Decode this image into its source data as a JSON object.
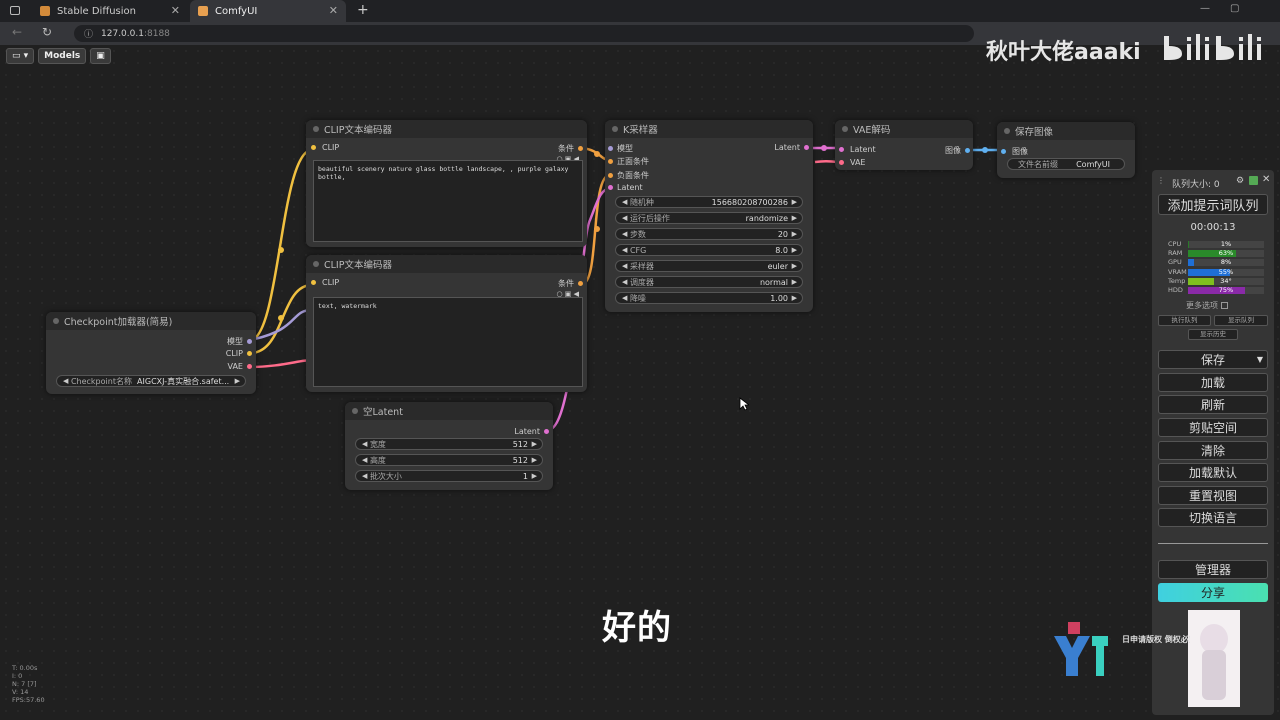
{
  "browser": {
    "tabs": [
      {
        "label": "Stable Diffusion"
      },
      {
        "label": "ComfyUI"
      }
    ],
    "url_host": "127.0.0.1",
    "url_port": ":8188"
  },
  "toolbar": {
    "models_label": "Models"
  },
  "watermark": "秋叶大佬aaaki",
  "subtitle": "好的",
  "nodes": {
    "clip1": {
      "title": "CLIP文本编码器",
      "in_clip": "CLIP",
      "out_cond": "条件",
      "text": "beautiful scenery nature glass bottle landscape, , purple galaxy bottle,"
    },
    "clip2": {
      "title": "CLIP文本编码器",
      "in_clip": "CLIP",
      "out_cond": "条件",
      "text": "text, watermark"
    },
    "ksampler": {
      "title": "K采样器",
      "inputs": [
        "模型",
        "正面条件",
        "负面条件",
        "Latent"
      ],
      "out_latent": "Latent",
      "widgets": [
        {
          "label": "随机种",
          "value": "156680208700286"
        },
        {
          "label": "运行后操作",
          "value": "randomize"
        },
        {
          "label": "步数",
          "value": "20"
        },
        {
          "label": "CFG",
          "value": "8.0"
        },
        {
          "label": "采样器",
          "value": "euler"
        },
        {
          "label": "调度器",
          "value": "normal"
        },
        {
          "label": "降噪",
          "value": "1.00"
        }
      ]
    },
    "vae": {
      "title": "VAE解码",
      "in_latent": "Latent",
      "in_vae": "VAE",
      "out_image": "图像"
    },
    "save": {
      "title": "保存图像",
      "in_image": "图像",
      "widget_label": "文件名前缀",
      "widget_value": "ComfyUI"
    },
    "checkpoint": {
      "title": "Checkpoint加载器(简易)",
      "out_model": "模型",
      "out_clip": "CLIP",
      "out_vae": "VAE",
      "widget_label": "Checkpoint名称",
      "widget_value": "AIGCXJ-真实融合.safet..."
    },
    "latent": {
      "title": "空Latent",
      "out_latent": "Latent",
      "widgets": [
        {
          "label": "宽度",
          "value": "512"
        },
        {
          "label": "高度",
          "value": "512"
        },
        {
          "label": "批次大小",
          "value": "1"
        }
      ]
    }
  },
  "panel": {
    "queue_size": "队列大小: 0",
    "add_queue": "添加提示词队列",
    "timer": "00:00:13",
    "monitors": [
      {
        "label": "CPU",
        "value": "1%",
        "pct": 1,
        "color": "#2a7a2a"
      },
      {
        "label": "RAM",
        "value": "63%",
        "pct": 63,
        "color": "#2a8a2a"
      },
      {
        "label": "GPU",
        "value": "8%",
        "pct": 8,
        "color": "#1f6fd6"
      },
      {
        "label": "VRAM",
        "value": "55%",
        "pct": 55,
        "color": "#1f6fd6"
      },
      {
        "label": "Temp",
        "value": "34°",
        "pct": 34,
        "color": "#7fbf1f"
      },
      {
        "label": "HDD",
        "value": "75%",
        "pct": 75,
        "color": "#8a2aa8"
      }
    ],
    "more_options": "更多选项",
    "exec_queue": "执行队列",
    "show_queue": "显示队列",
    "show_history": "显示历史",
    "buttons": [
      "保存",
      "加载",
      "刷新",
      "剪贴空间",
      "清除",
      "加载默认",
      "重置视图",
      "切换语言"
    ],
    "manager": "管理器",
    "share": "分享"
  },
  "stats": [
    "T: 0.00s",
    "I: 0",
    "N: 7 [7]",
    "V: 14",
    "FPS:57.60"
  ],
  "corner_text": "日申请版权  倒权必究"
}
